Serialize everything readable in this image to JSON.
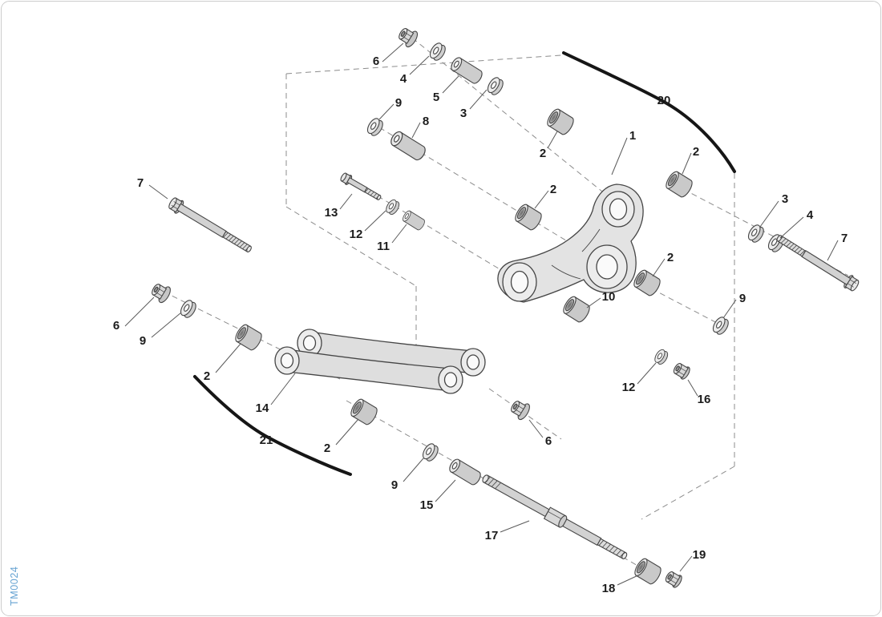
{
  "page": {
    "background": "#ffffff",
    "border_color": "#cccccc"
  },
  "diagram": {
    "code": "TM0024",
    "code_color": "#66a3d2",
    "ink_color": "#454545",
    "callouts": [
      {
        "part": "flange-nut",
        "text": "6"
      },
      {
        "part": "washer",
        "text": "4"
      },
      {
        "part": "spacer",
        "text": "5"
      },
      {
        "part": "washer",
        "text": "3"
      },
      {
        "part": "washer",
        "text": "9"
      },
      {
        "part": "spacer",
        "text": "8"
      },
      {
        "part": "bushing",
        "text": "2"
      },
      {
        "part": "group-bracket",
        "text": "20"
      },
      {
        "part": "rocker-arm",
        "text": "1"
      },
      {
        "part": "bushing",
        "text": "2"
      },
      {
        "part": "washer",
        "text": "3"
      },
      {
        "part": "washer",
        "text": "4"
      },
      {
        "part": "bolt",
        "text": "7"
      },
      {
        "part": "bolt",
        "text": "7"
      },
      {
        "part": "bolt",
        "text": "13"
      },
      {
        "part": "washer",
        "text": "12"
      },
      {
        "part": "spacer",
        "text": "11"
      },
      {
        "part": "bushing",
        "text": "2"
      },
      {
        "part": "bushing",
        "text": "2"
      },
      {
        "part": "bushing",
        "text": "10"
      },
      {
        "part": "washer",
        "text": "9"
      },
      {
        "part": "flange-nut",
        "text": "6"
      },
      {
        "part": "washer",
        "text": "9"
      },
      {
        "part": "bushing",
        "text": "2"
      },
      {
        "part": "linkage-arms",
        "text": "14"
      },
      {
        "part": "group-bracket",
        "text": "21"
      },
      {
        "part": "bushing",
        "text": "2"
      },
      {
        "part": "flange-nut",
        "text": "6"
      },
      {
        "part": "washer",
        "text": "12"
      },
      {
        "part": "nut",
        "text": "16"
      },
      {
        "part": "washer",
        "text": "9"
      },
      {
        "part": "spacer",
        "text": "15"
      },
      {
        "part": "axle-bolt",
        "text": "17"
      },
      {
        "part": "bushing",
        "text": "18"
      },
      {
        "part": "nut",
        "text": "19"
      }
    ]
  }
}
